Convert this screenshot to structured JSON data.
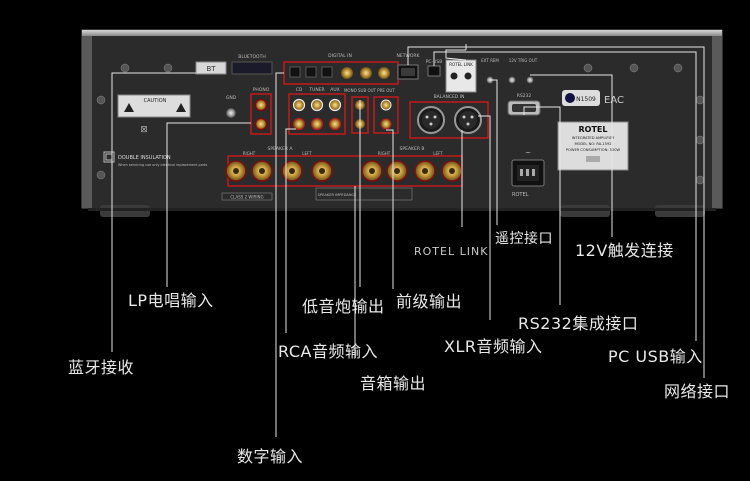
{
  "panel": {
    "brand": "ROTEL",
    "model": "RA-1592",
    "model_line": "MODEL NO: RA-1592",
    "product_type": "INTEGRATED AMPLIFIER",
    "power": "POWER CONSUMPTION: 500W",
    "caution_title": "CAUTION",
    "double_insulation": "DOUBLE INSULATION",
    "service_note": "When servicing use only identical replacement parts",
    "bluetooth": "BLUETOOTH",
    "bt_badge": "BT",
    "network": "NETWORK",
    "pc_usb": "PC-USB",
    "rotel_link": "ROTEL LINK",
    "ext_rem": "EXT REM",
    "trig_out": "12V TRIG OUT",
    "rs232": "RS232",
    "digital_in": "DIGITAL IN",
    "phono": "PHONO",
    "cd": "CD",
    "tuner": "TUNER",
    "aux": "AUX",
    "sub_out": "MONO SUB OUT",
    "pre_out": "PRE OUT",
    "balanced_in": "BALANCED IN",
    "speaker_a": "SPEAKER A",
    "speaker_b": "SPEAKER B",
    "right": "RIGHT",
    "left": "LEFT",
    "gnd": "GND",
    "class2": "CLASS 2 WIRING",
    "impedance": "SPEAKER IMPEDANCE",
    "cert": "N1509"
  },
  "callouts": {
    "bluetooth": "蓝牙接收",
    "phono": "LP电唱输入",
    "digital": "数字输入",
    "rca": "RCA音频输入",
    "speaker": "音箱输出",
    "subwoofer": "低音炮输出",
    "preout": "前级输出",
    "rotel_link": "ROTEL LINK",
    "xlr": "XLR音频输入",
    "remote": "遥控接口",
    "rs232": "RS232集成接口",
    "trigger": "12V触发连接",
    "pc_usb": "PC USB输入",
    "network": "网络接口"
  }
}
